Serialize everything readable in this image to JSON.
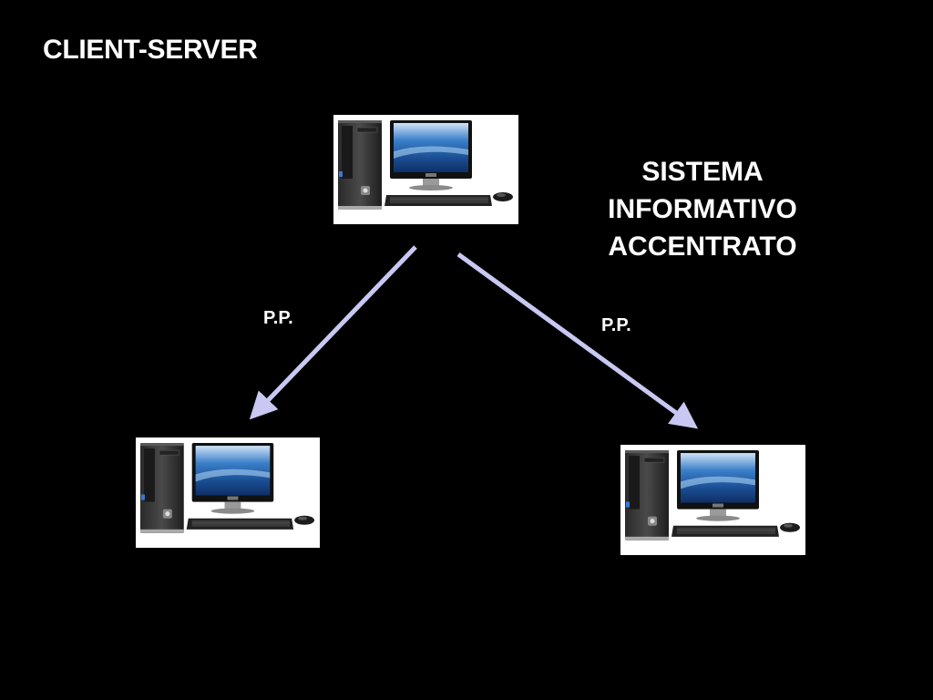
{
  "slide": {
    "title": "CLIENT-SERVER",
    "system_label_lines": [
      "SISTEMA",
      "INFORMATIVO",
      "ACCENTRATO"
    ],
    "connection_labels": {
      "left": "P.P.",
      "right": "P.P."
    }
  },
  "colors": {
    "background": "#000000",
    "text": "#ffffff",
    "arrow": "#c8c8f2"
  },
  "icons": {
    "server": "desktop-computer-icon",
    "client_left": "desktop-computer-icon",
    "client_right": "desktop-computer-icon"
  }
}
